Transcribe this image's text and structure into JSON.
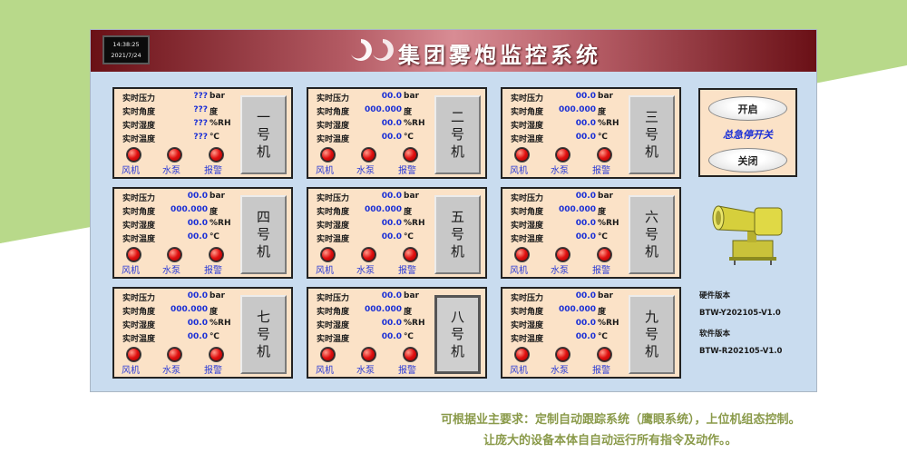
{
  "colors": {
    "accent_green": "#b8d98a",
    "value_blue": "#1a2fd6",
    "panel_bg": "#fbe2c7",
    "hmi_bg": "#c9dcef",
    "lamp_red": "#e01010",
    "caption": "#8a9a4a"
  },
  "header": {
    "time": "14:38:25",
    "date": "2021/7/24",
    "title": "集团雾炮监控系统",
    "logo_icon": "swirl-logo-icon"
  },
  "labels": {
    "pressure": "实时压力",
    "angle": "实时角度",
    "humidity": "实时湿度",
    "temperature": "实时温度",
    "unit_pressure": "bar",
    "unit_angle": "度",
    "unit_humidity": "%RH",
    "unit_temperature": "℃",
    "fan": "风机",
    "pump": "水泵",
    "alarm": "报警"
  },
  "machines": [
    {
      "name": [
        "一",
        "号",
        "机"
      ],
      "pressure": "???",
      "angle": "???",
      "humidity": "???",
      "temperature": "???",
      "selected": false
    },
    {
      "name": [
        "二",
        "号",
        "机"
      ],
      "pressure": "00.0",
      "angle": "000.000",
      "humidity": "00.0",
      "temperature": "00.0",
      "selected": false
    },
    {
      "name": [
        "三",
        "号",
        "机"
      ],
      "pressure": "00.0",
      "angle": "000.000",
      "humidity": "00.0",
      "temperature": "00.0",
      "selected": false
    },
    {
      "name": [
        "四",
        "号",
        "机"
      ],
      "pressure": "00.0",
      "angle": "000.000",
      "humidity": "00.0",
      "temperature": "00.0",
      "selected": false
    },
    {
      "name": [
        "五",
        "号",
        "机"
      ],
      "pressure": "00.0",
      "angle": "000.000",
      "humidity": "00.0",
      "temperature": "00.0",
      "selected": false
    },
    {
      "name": [
        "六",
        "号",
        "机"
      ],
      "pressure": "00.0",
      "angle": "000.000",
      "humidity": "00.0",
      "temperature": "00.0",
      "selected": false
    },
    {
      "name": [
        "七",
        "号",
        "机"
      ],
      "pressure": "00.0",
      "angle": "000.000",
      "humidity": "00.0",
      "temperature": "00.0",
      "selected": false
    },
    {
      "name": [
        "八",
        "号",
        "机"
      ],
      "pressure": "00.0",
      "angle": "000.000",
      "humidity": "00.0",
      "temperature": "00.0",
      "selected": true
    },
    {
      "name": [
        "九",
        "号",
        "机"
      ],
      "pressure": "00.0",
      "angle": "000.000",
      "humidity": "00.0",
      "temperature": "00.0",
      "selected": false
    }
  ],
  "master": {
    "start_label": "开启",
    "group_label": "总急停开关",
    "stop_label": "关闭"
  },
  "version": {
    "hardware_label": "硬件版本",
    "hardware_value": "BTW-Y202105-V1.0",
    "software_label": "软件版本",
    "software_value": "BTW-R202105-V1.0"
  },
  "caption": {
    "line1": "可根据业主要求：定制自动跟踪系统（鹰眼系统），上位机组态控制。",
    "line2": "让庞大的设备本体自自动运行所有指令及动作。。"
  }
}
